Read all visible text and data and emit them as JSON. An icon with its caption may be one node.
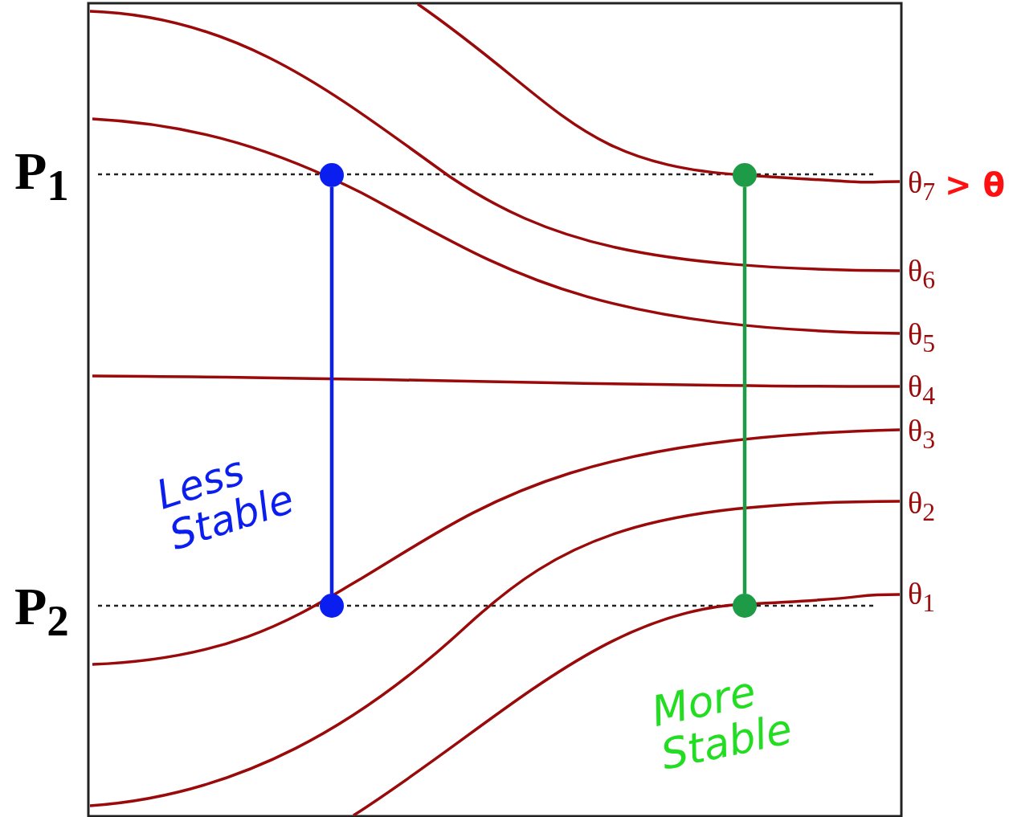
{
  "diagram": {
    "nodes": [
      {
        "text": [],
        "shape": "circle"
      },
      {
        "text": [],
        "shape": "circle"
      },
      {
        "text": [],
        "shape": "circle"
      },
      {
        "text": [],
        "shape": "circle"
      }
    ],
    "edges": [
      {
        "from": 0,
        "to": 1,
        "arrow": "none",
        "color": "#0a1ef0"
      },
      {
        "from": 2,
        "to": 3,
        "arrow": "none",
        "color": "#1e9b46"
      }
    ],
    "labels": [
      "P$_{1}$",
      "θ$_{7}$",
      "> θ",
      "θ$_{6}$",
      "θ$_{5}$",
      "θ$_{4}$",
      "θ$_{3}$",
      "Less Stable",
      "θ$_{2}$",
      "θ$_{1}$",
      "P$_{2}$",
      "More Stable"
    ]
  }
}
